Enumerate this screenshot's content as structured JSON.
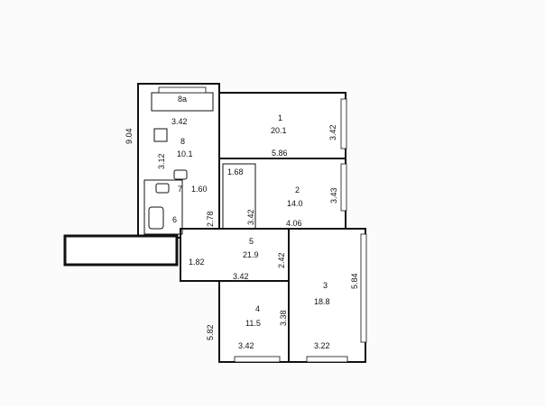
{
  "rooms": [
    {
      "id": "r1",
      "number": "1",
      "area": "20.1"
    },
    {
      "id": "r2",
      "number": "2",
      "area": "14.0"
    },
    {
      "id": "r3",
      "number": "3",
      "area": "18.8"
    },
    {
      "id": "r4",
      "number": "4",
      "area": "11.5"
    },
    {
      "id": "r5",
      "number": "5",
      "area": "21.9"
    },
    {
      "id": "r6",
      "number": "6",
      "area": ""
    },
    {
      "id": "r7",
      "number": "7",
      "area": ""
    },
    {
      "id": "r8",
      "number": "8",
      "area": "10.1"
    },
    {
      "id": "r8a",
      "number": "8a",
      "area": ""
    }
  ],
  "dimensions": [
    "3.42",
    "3.12",
    "9.04",
    "1.68",
    "3.42",
    "5.86",
    "3.42",
    "3.43",
    "4.06",
    "1.60",
    "2.78",
    "1.82",
    "2.42",
    "3.42",
    "5.84",
    "3.38",
    "5.82",
    "3.42",
    "3.22"
  ]
}
